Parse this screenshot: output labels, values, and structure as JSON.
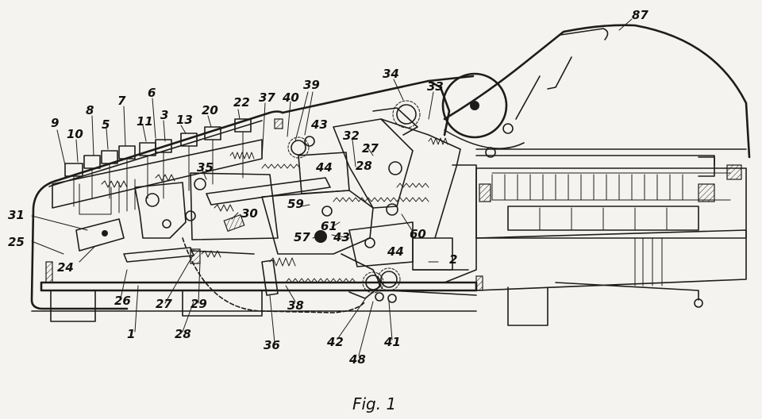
{
  "caption": "Fig. 1",
  "reference_numerals": [
    "87",
    "34",
    "33",
    "39",
    "40",
    "37",
    "43",
    "22",
    "20",
    "13",
    "3",
    "6",
    "11",
    "7",
    "5",
    "8",
    "10",
    "9",
    "32",
    "27",
    "28",
    "44",
    "35",
    "59",
    "30",
    "31",
    "25",
    "24",
    "57",
    "61",
    "43",
    "60",
    "44",
    "2",
    "26",
    "27",
    "29",
    "1",
    "28",
    "38",
    "36",
    "42",
    "48",
    "41"
  ]
}
